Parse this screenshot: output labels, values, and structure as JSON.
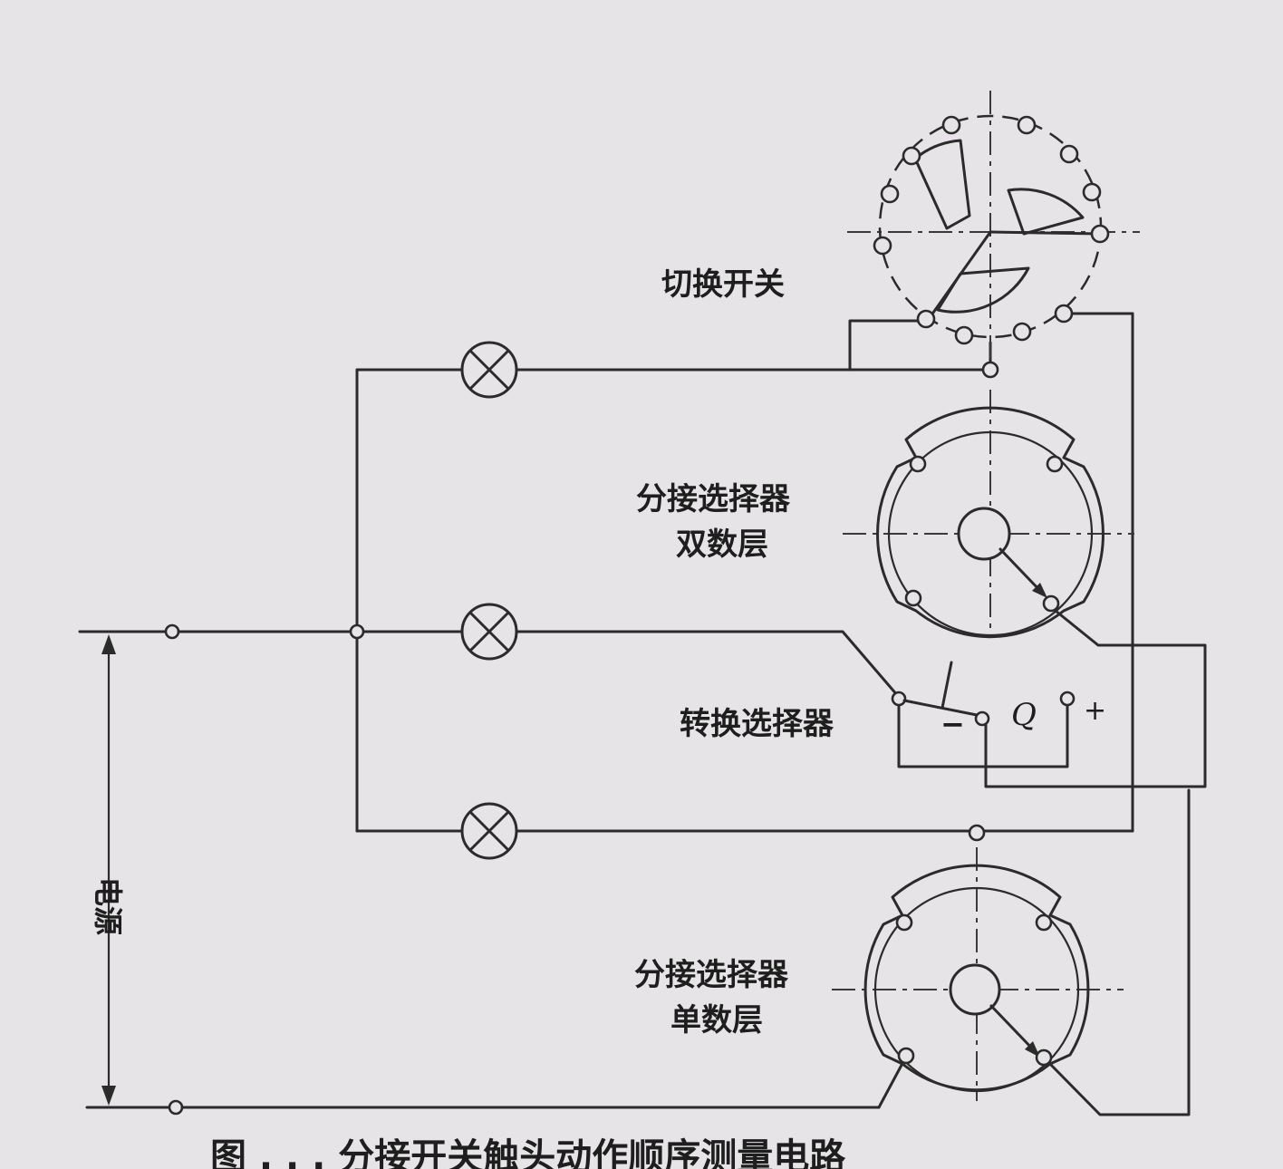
{
  "labels": {
    "switch": "切换开关",
    "even_line1": "分接选择器",
    "even_line2": "双数层",
    "changeover": "转换选择器",
    "odd_line1": "分接选择器",
    "odd_line2": "单数层",
    "power": "电源",
    "minus": "−",
    "q": "Q",
    "plus": "+",
    "caption": "图 . . . 分接开关触头动作顺序测量电路"
  }
}
